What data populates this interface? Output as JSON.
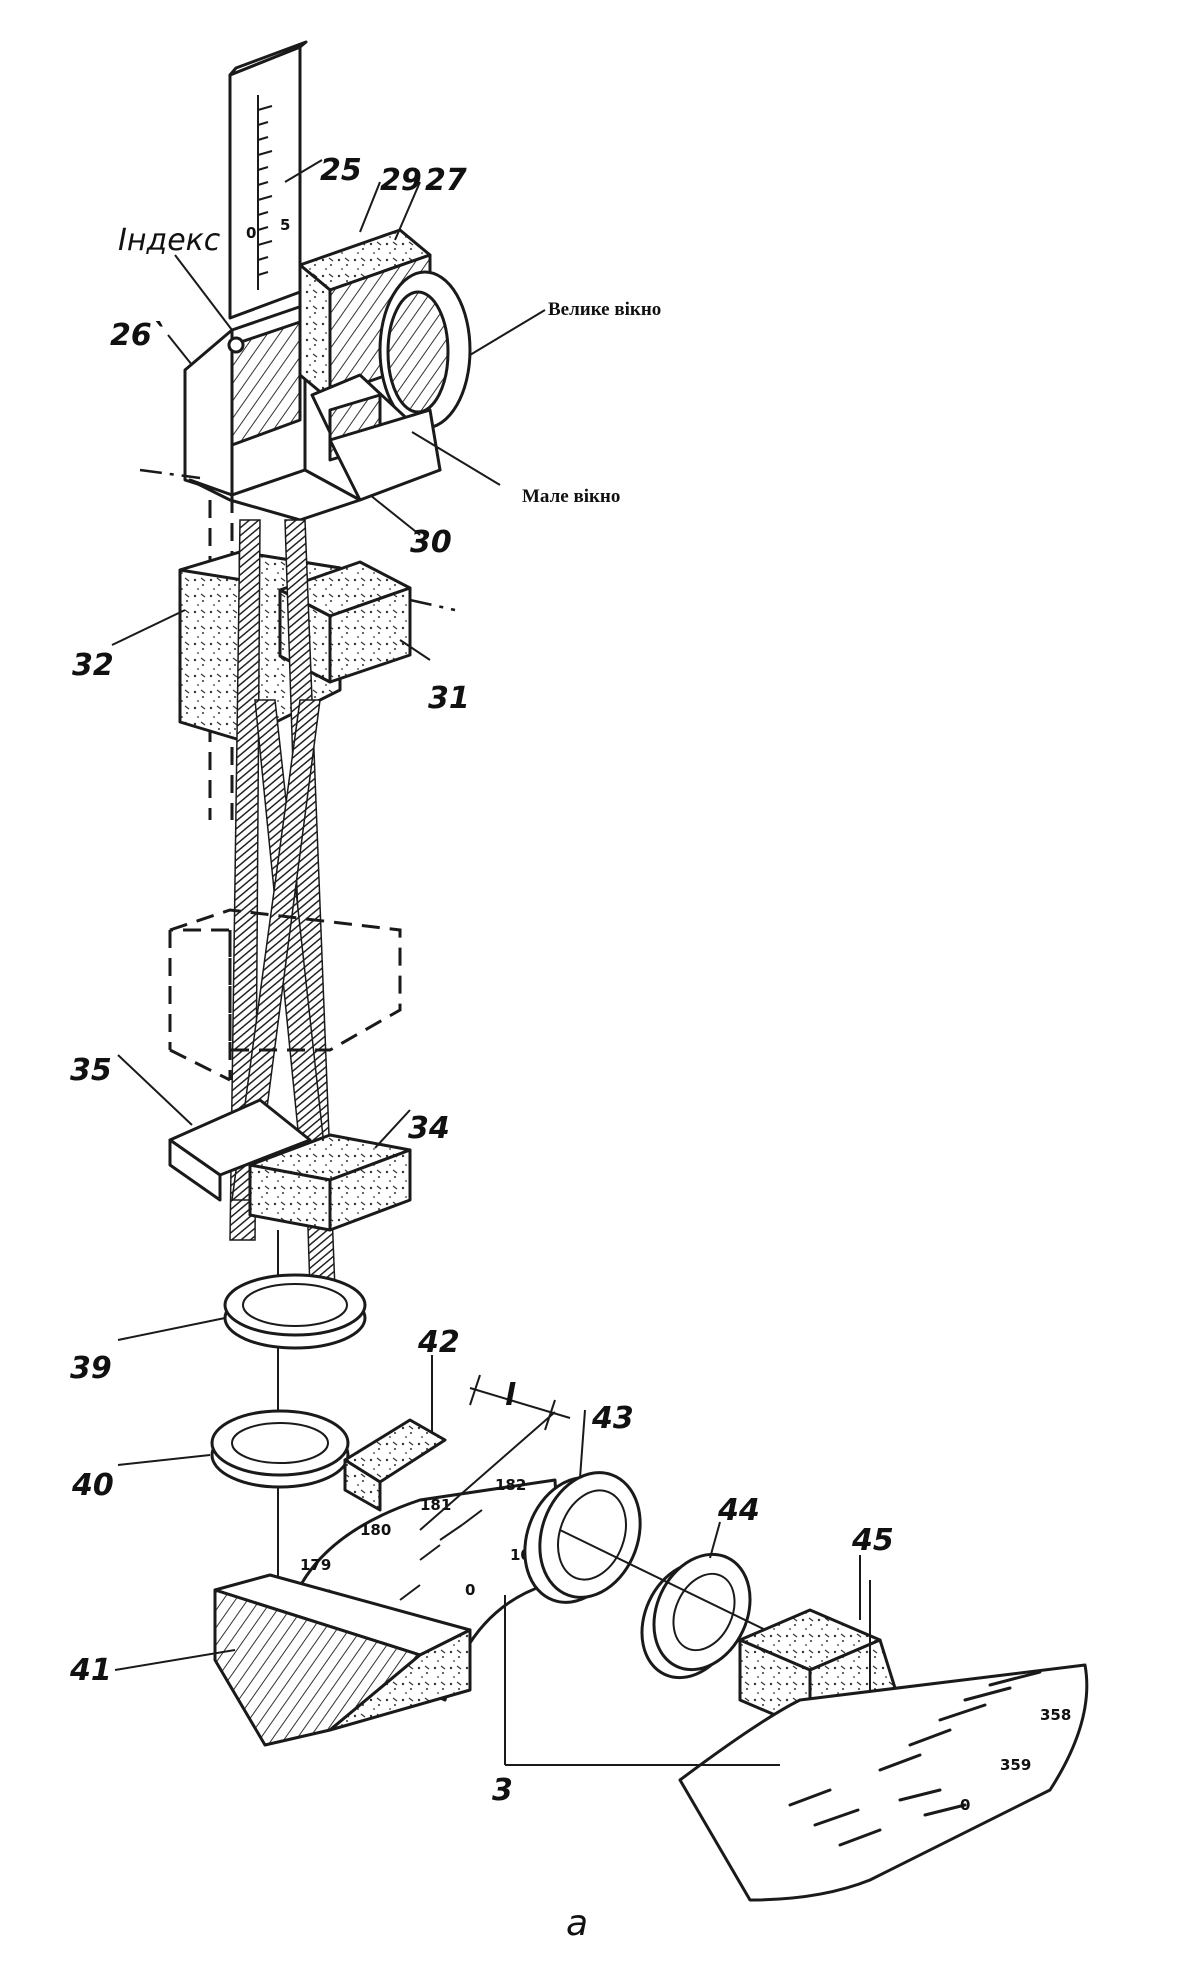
{
  "labels": {
    "n25": "25",
    "n29": "29",
    "n27": "27",
    "index": "Індекс",
    "n26": "26`",
    "big_window": "Велике вікно",
    "small_window": "Мале вікно",
    "n30": "30",
    "n32": "32",
    "n31": "31",
    "n35": "35",
    "n34": "34",
    "n39": "39",
    "n42": "42",
    "l": "l",
    "n43": "43",
    "n44": "44",
    "n40": "40",
    "n45": "45",
    "n41": "41",
    "n3": "3",
    "caption": "a"
  },
  "scales": {
    "top_ruler_ticks": [
      "0",
      "5"
    ],
    "left_arc_ticks": [
      "179",
      "180",
      "181",
      "182"
    ],
    "left_arc_zero": "0",
    "left_arc_ten": "10",
    "right_arc_ticks": [
      "358",
      "359",
      "0"
    ]
  }
}
